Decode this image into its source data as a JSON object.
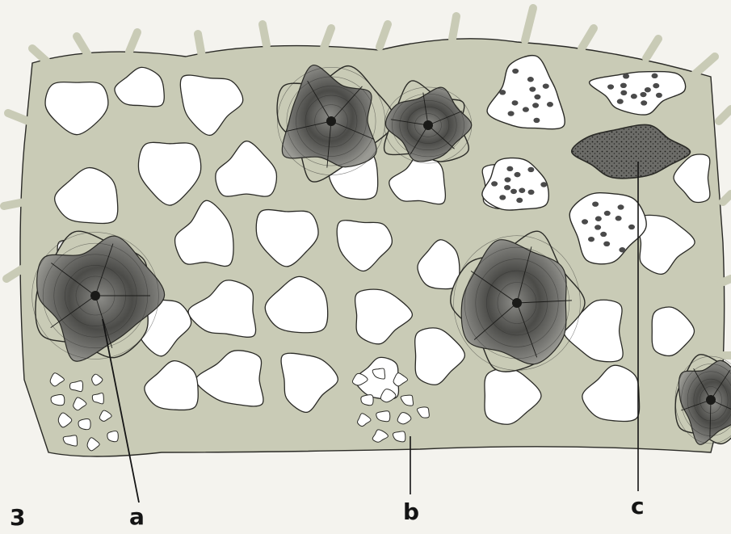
{
  "figure": {
    "number": "3",
    "labels": {
      "a": "a",
      "b": "b",
      "c": "c"
    }
  },
  "colors": {
    "paper": "#f4f3ee",
    "wall": "#c9cbb6",
    "wall_outline": "#2a2a26",
    "lumen": "#ffffff",
    "grain_dark": "#3a3a3a",
    "crystal": "#4a4a4a",
    "label": "#141414"
  }
}
